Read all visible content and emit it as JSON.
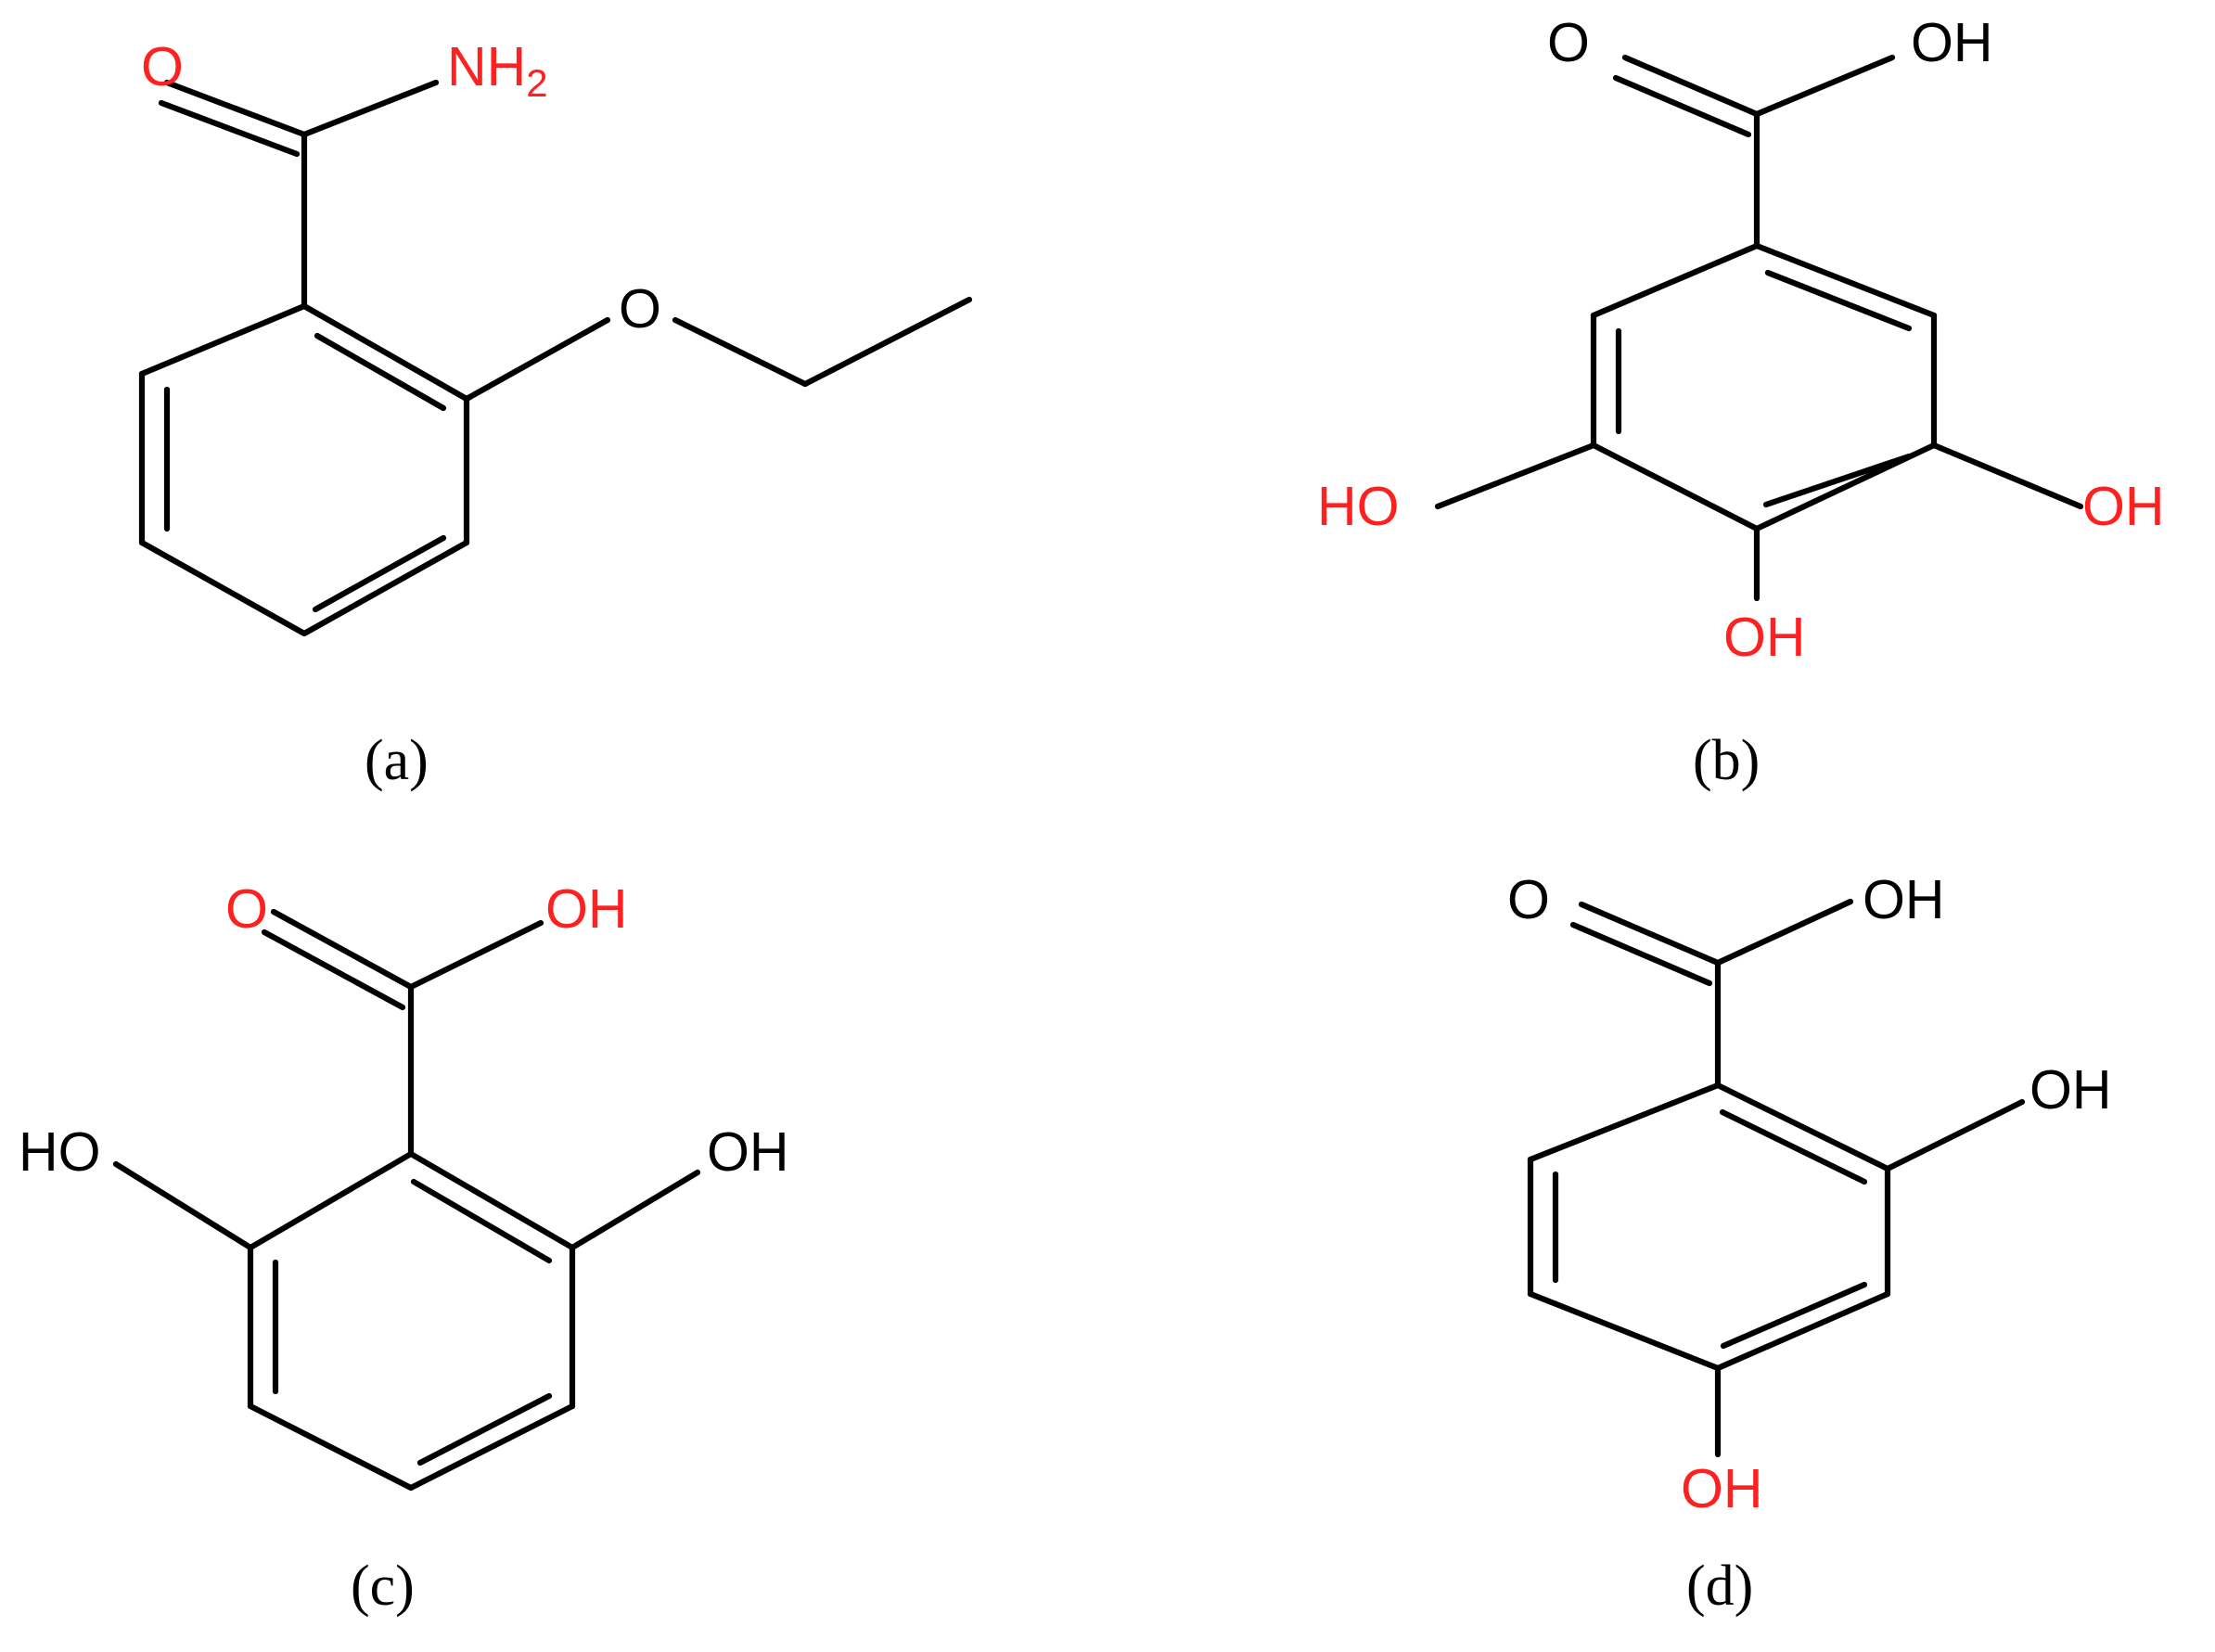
{
  "colors": {
    "background": "#ffffff",
    "bonds": "#000000",
    "heteroatom_red": "#ff2020",
    "label_black": "#000000"
  },
  "structures": [
    {
      "id": "a",
      "caption": "(a)",
      "labels": {
        "carbonyl_o": "O",
        "amine": "NH",
        "amine_subscript": "2",
        "ether_o": "O"
      }
    },
    {
      "id": "b",
      "caption": "(b)",
      "labels": {
        "carbonyl_o": "O",
        "acid_oh": "OH",
        "hydroxyl_left": "HO",
        "hydroxyl_right": "OH",
        "hydroxyl_bottom": "OH"
      }
    },
    {
      "id": "c",
      "caption": "(c)",
      "labels": {
        "carbonyl_o": "O",
        "acid_oh": "OH",
        "hydroxyl_left": "HO",
        "hydroxyl_right": "OH"
      }
    },
    {
      "id": "d",
      "caption": "(d)",
      "labels": {
        "carbonyl_o": "O",
        "acid_oh": "OH",
        "hydroxyl_ortho": "OH",
        "hydroxyl_para": "OH"
      }
    }
  ]
}
